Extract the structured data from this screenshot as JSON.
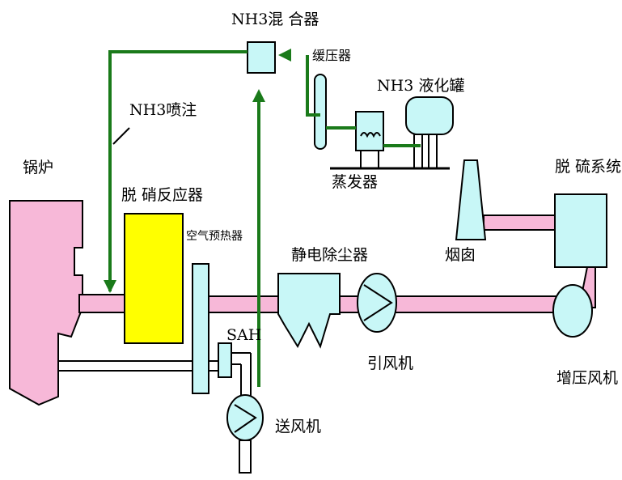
{
  "labels": {
    "nh3_mixer": "NH3混 合器",
    "nh3_injection": "NH3喷注",
    "buffer_tank": "缓压器",
    "nh3_tank": "NH3 液化罐",
    "boiler": "锅炉",
    "evaporator": "蒸发器",
    "denox_reactor": "脱 硝反应器",
    "air_preheater": "空气预热器",
    "esp": "静电除尘器",
    "chimney": "烟囱",
    "fgd": "脱 硫系统",
    "sah": "SAH",
    "induced_fan": "引风机",
    "booster_fan": "增压风机",
    "fd_fan": "送风机"
  },
  "colors": {
    "flue": "#f7b8d8",
    "reactor": "#ffff00",
    "equipment": "#c8f7f7",
    "ammonia_line": "#1a7a1a",
    "outline": "#000000"
  }
}
